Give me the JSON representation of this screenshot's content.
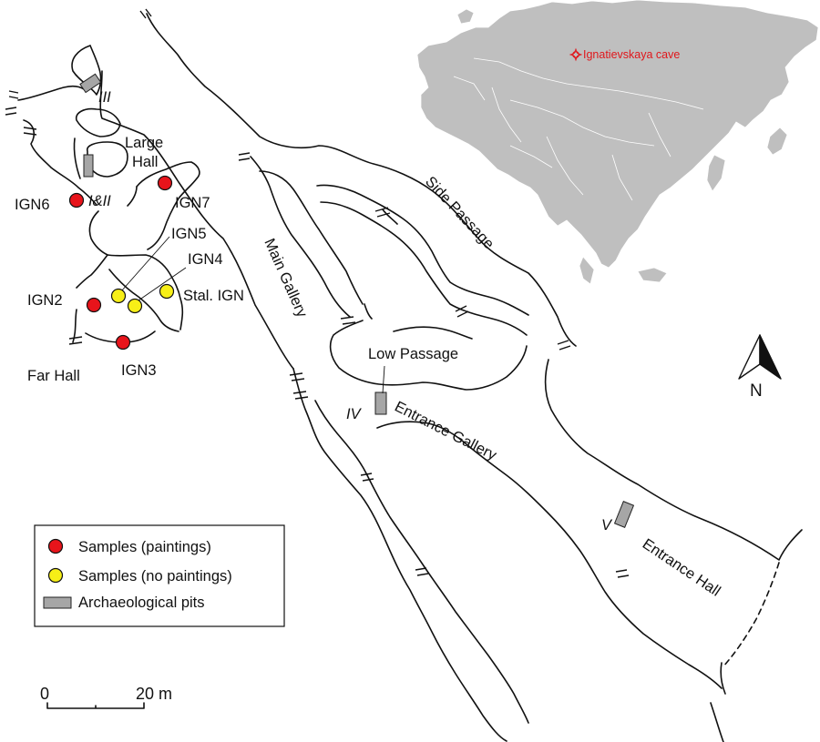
{
  "inset": {
    "site_label": "Ignatievskaya cave",
    "accent_color": "#e0161b",
    "land_color": "#bfbfbf",
    "marker_icon": "star-marker-icon"
  },
  "areas": {
    "large_hall_line1": "Large",
    "large_hall_line2": "Hall",
    "far_hall": "Far Hall",
    "main_gallery": "Main Gallery",
    "side_passage": "Side Passage",
    "low_passage": "Low Passage",
    "entrance_gallery": "Entrance Gallery",
    "entrance_hall": "Entrance Hall"
  },
  "samples": {
    "ign6": "IGN6",
    "ign7": "IGN7",
    "ign5": "IGN5",
    "ign4": "IGN4",
    "ign2": "IGN2",
    "ign3": "IGN3",
    "stal_ign": "Stal. IGN"
  },
  "pits": {
    "pit_3": "III",
    "pit_1_2": "I&II",
    "pit_4": "IV",
    "pit_5": "V"
  },
  "legend": {
    "paintings": "Samples (paintings)",
    "no_paintings": "Samples (no paintings)",
    "pits": "Archaeological pits",
    "red_color": "#e8141b",
    "yellow_color": "#f7ef17",
    "pit_color": "#a6a6a6"
  },
  "scale": {
    "zero": "0",
    "twenty": "20 m"
  },
  "north": {
    "letter": "N",
    "icon": "north-arrow-icon"
  }
}
